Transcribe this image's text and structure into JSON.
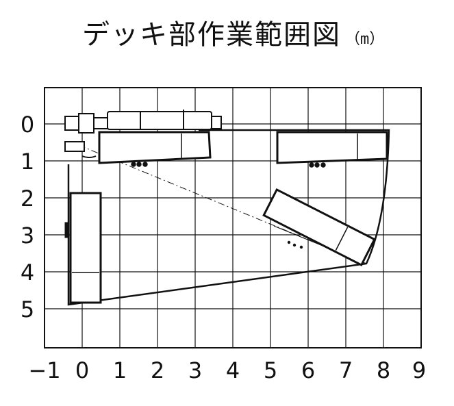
{
  "title": "デッキ部作業範囲図",
  "unit": "（m）",
  "x_ticks": [
    "−1",
    "0",
    "1",
    "2",
    "3",
    "4",
    "5",
    "6",
    "7",
    "8",
    "9"
  ],
  "y_ticks": [
    "0",
    "1",
    "2",
    "3",
    "4",
    "5"
  ],
  "colors": {
    "line": "#111111",
    "grid": "#111111",
    "background": "#ffffff"
  }
}
